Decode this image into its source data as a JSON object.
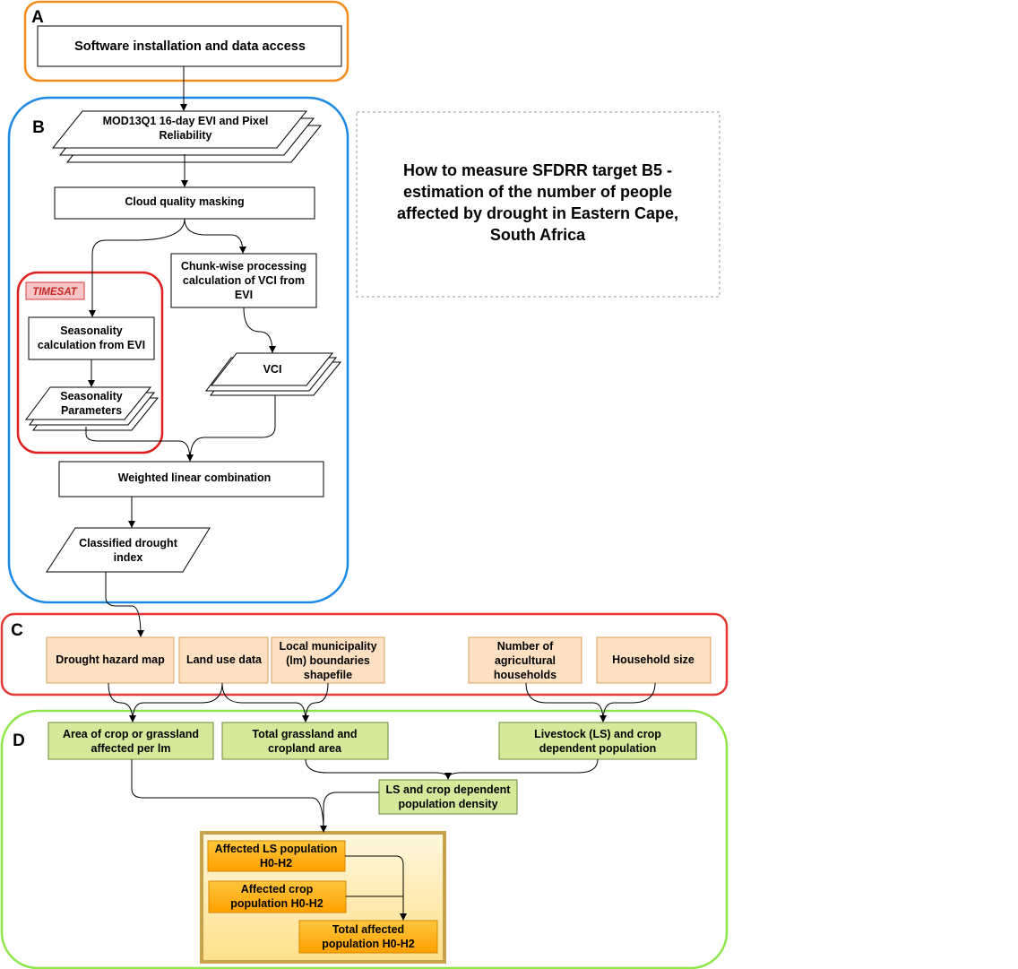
{
  "sections": {
    "a": "A",
    "b": "B",
    "c": "C",
    "d": "D"
  },
  "title": {
    "lines": [
      "How to measure SFDRR target B5 -",
      "estimation of the number of people",
      "affected by drought in Eastern Cape,",
      "South Africa"
    ]
  },
  "timesat_label": "TIMESAT",
  "nodes": {
    "software": [
      "Software installation and data access"
    ],
    "mod13q1": [
      "MOD13Q1 16-day EVI and Pixel",
      "Reliability"
    ],
    "cloud_mask": [
      "Cloud quality masking"
    ],
    "chunk": [
      "Chunk-wise processing",
      "calculation of VCI from",
      "EVI"
    ],
    "seasonality_calc": [
      "Seasonality",
      "calculation from EVI"
    ],
    "vci": [
      "VCI"
    ],
    "seasonality_params": [
      "Seasonality",
      "Parameters"
    ],
    "wlc": [
      "Weighted linear combination"
    ],
    "classified": [
      "Classified drought",
      "index"
    ],
    "hazard_map": [
      "Drought hazard map"
    ],
    "land_use": [
      "Land use data"
    ],
    "lm_boundaries": [
      "Local municipality",
      "(lm) boundaries",
      "shapefile"
    ],
    "agri_households": [
      "Number of",
      "agricultural",
      "households"
    ],
    "household_size": [
      "Household size"
    ],
    "area_affected": [
      "Area of crop or grassland",
      "affected per lm"
    ],
    "total_area": [
      "Total grassland and",
      "cropland area"
    ],
    "ls_population": [
      "Livestock (LS) and crop",
      "dependent population"
    ],
    "density": [
      "LS and crop dependent",
      "population density"
    ],
    "affected_ls": [
      "Affected LS population",
      "H0-H2"
    ],
    "affected_crop": [
      "Affected crop",
      "population H0-H2"
    ],
    "total_affected": [
      "Total affected",
      "population H0-H2"
    ]
  },
  "colors": {
    "section_a": "#f28c1c",
    "section_b": "#1e88e5",
    "section_c": "#e53935",
    "section_d": "#8ee64b",
    "timesat_group": "#e02020",
    "timesat_tag_fill": "#f8c6c6",
    "input_fill": "#ffe0c2",
    "input_stroke": "#d6a25c",
    "output_fill": "#d4e99a",
    "output_stroke": "#6a8a3a",
    "result_fill": "#ffad0a",
    "result_stroke": "#d08a00",
    "result_panel_stroke": "#c8a24a"
  }
}
